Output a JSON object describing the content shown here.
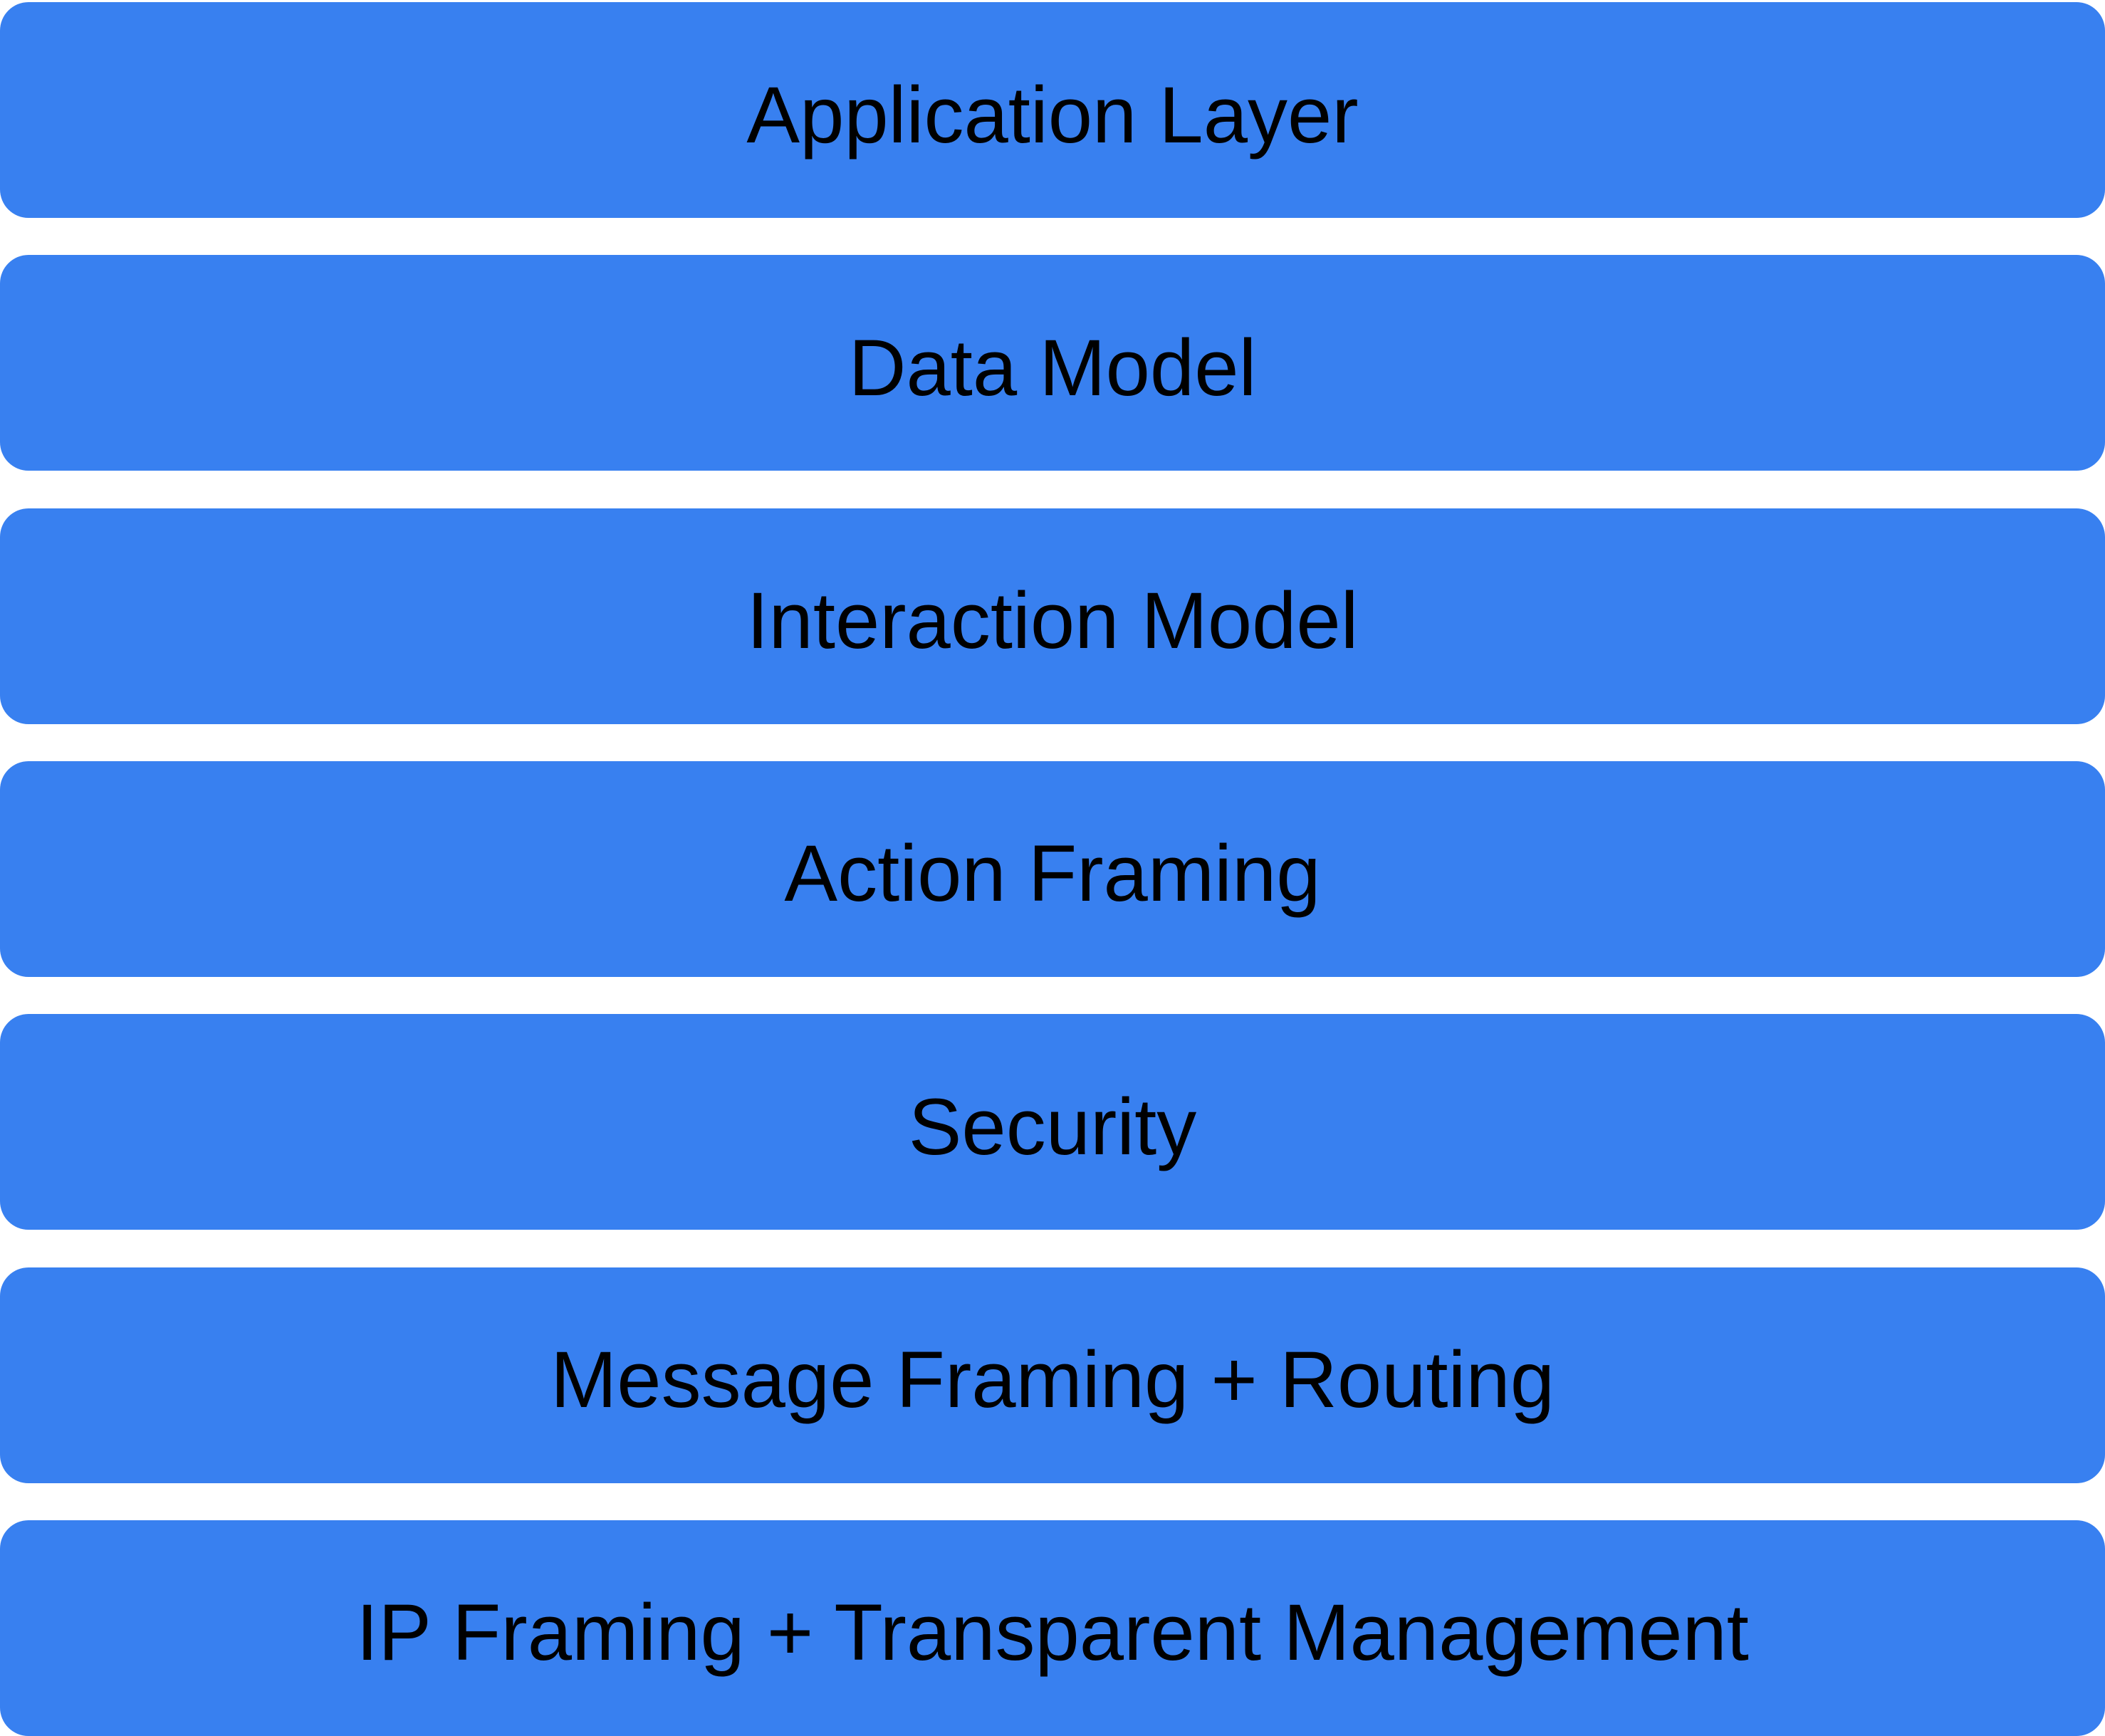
{
  "diagram": {
    "type": "layer-stack",
    "box_fill_color": "#3880F0",
    "text_color": "#000000",
    "background_color": "#ffffff",
    "layers": [
      {
        "label": "Application Layer"
      },
      {
        "label": "Data Model"
      },
      {
        "label": "Interaction Model"
      },
      {
        "label": "Action Framing"
      },
      {
        "label": "Security"
      },
      {
        "label": "Message Framing + Routing"
      },
      {
        "label": "IP Framing + Transparent Management"
      }
    ]
  }
}
